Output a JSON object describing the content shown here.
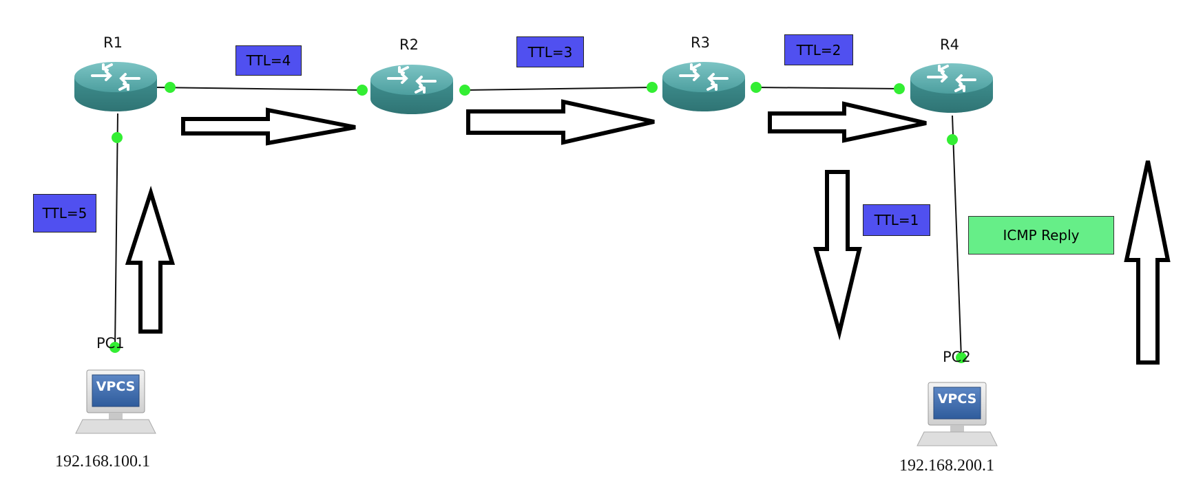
{
  "nodes": {
    "r1": "R1",
    "r2": "R2",
    "r3": "R3",
    "r4": "R4",
    "pc1": "PC1",
    "pc2": "PC2"
  },
  "pc_screen_text": "VPCS",
  "ips": {
    "pc1": "192.168.100.1",
    "pc2": "192.168.200.1"
  },
  "ttl_labels": {
    "ttl5": "TTL=5",
    "ttl4": "TTL=4",
    "ttl3": "TTL=3",
    "ttl2": "TTL=2",
    "ttl1": "TTL=1"
  },
  "reply_label": "ICMP Reply",
  "colors": {
    "ttl_box": "#5050f0",
    "reply_box": "#66ee88",
    "port_dot": "#33ee33",
    "router_body": "#3f9a9a"
  }
}
